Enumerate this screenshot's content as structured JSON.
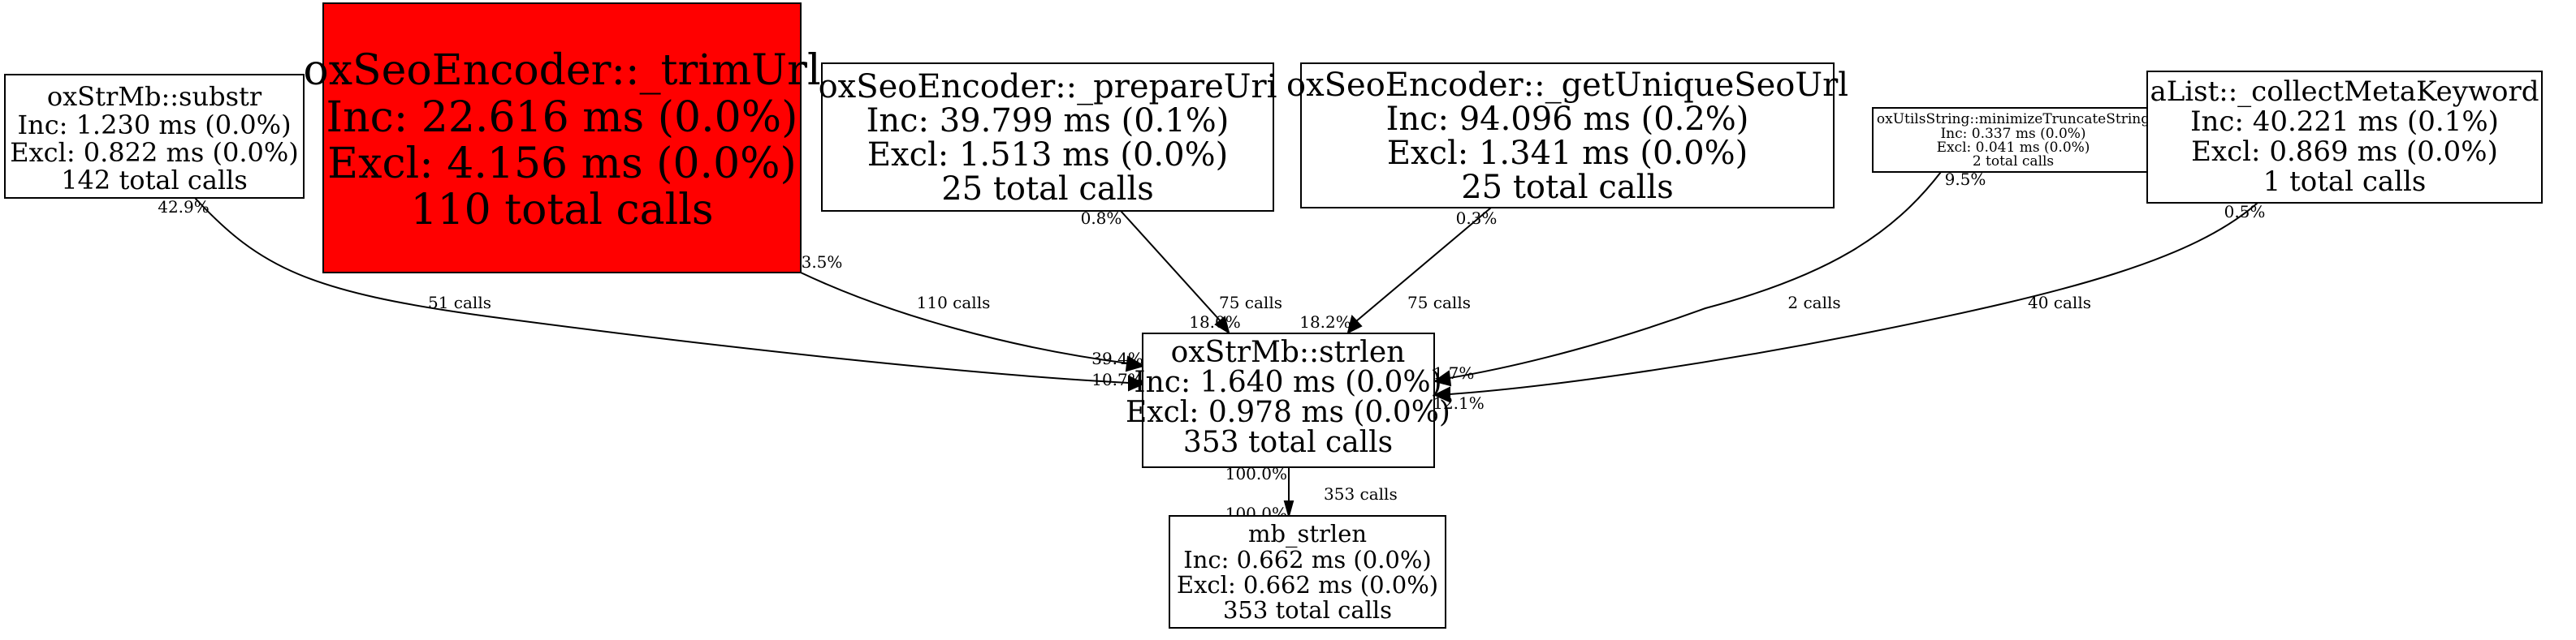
{
  "nodes": {
    "substr": {
      "name": "oxStrMb::substr",
      "inc": "Inc: 1.230 ms (0.0%)",
      "excl": "Excl: 0.822 ms (0.0%)",
      "calls": "142 total calls"
    },
    "trimUrl": {
      "name": "oxSeoEncoder::_trimUrl",
      "inc": "Inc: 22.616 ms (0.0%)",
      "excl": "Excl: 4.156 ms (0.0%)",
      "calls": "110 total calls",
      "fill": "#ff0000"
    },
    "prepareUri": {
      "name": "oxSeoEncoder::_prepareUri",
      "inc": "Inc: 39.799 ms (0.1%)",
      "excl": "Excl: 1.513 ms (0.0%)",
      "calls": "25 total calls"
    },
    "getUniqueSeoUrl": {
      "name": "oxSeoEncoder::_getUniqueSeoUrl",
      "inc": "Inc: 94.096 ms (0.2%)",
      "excl": "Excl: 1.341 ms (0.0%)",
      "calls": "25 total calls"
    },
    "minimize": {
      "name": "oxUtilsString::minimizeTruncateString",
      "inc": "Inc: 0.337 ms (0.0%)",
      "excl": "Excl: 0.041 ms (0.0%)",
      "calls": "2 total calls"
    },
    "collect": {
      "name": "aList::_collectMetaKeyword",
      "inc": "Inc: 40.221 ms (0.1%)",
      "excl": "Excl: 0.869 ms (0.0%)",
      "calls": "1 total calls"
    },
    "strlen": {
      "name": "oxStrMb::strlen",
      "inc": "Inc: 1.640 ms (0.0%)",
      "excl": "Excl: 0.978 ms (0.0%)",
      "calls": "353 total calls"
    },
    "mb": {
      "name": "mb_strlen",
      "inc": "Inc: 0.662 ms (0.0%)",
      "excl": "Excl: 0.662 ms (0.0%)",
      "calls": "353 total calls"
    }
  },
  "edges": {
    "substr_strlen": {
      "label": "51 calls",
      "tail": "42.9%",
      "head": "10.7%"
    },
    "trim_strlen": {
      "label": "110 calls",
      "tail": "3.5%",
      "head": "39.4%"
    },
    "prepare_strlen": {
      "label": "75 calls",
      "tail": "0.8%",
      "head": "18.0%"
    },
    "unique_strlen": {
      "label": "75 calls",
      "tail": "0.3%",
      "head": "18.2%"
    },
    "minimize_strlen": {
      "label": "2 calls",
      "tail": "9.5%",
      "head": "1.7%"
    },
    "collect_strlen": {
      "label": "40 calls",
      "tail": "0.5%",
      "head": "12.1%"
    },
    "strlen_mb": {
      "label": "353 calls",
      "tail": "100.0%",
      "head": "100.0%"
    }
  }
}
